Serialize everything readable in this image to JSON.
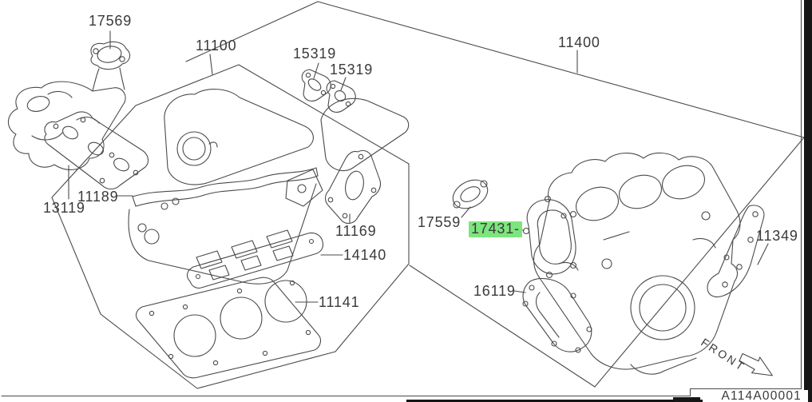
{
  "page": {
    "code_label": "A114A00001",
    "front_label": "FRONT"
  },
  "colors": {
    "line": "#4a4a4a",
    "text": "#3a3a3a",
    "highlight": "#7ee57e",
    "scan_bar": "#161616"
  },
  "labels": [
    {
      "part": "17569",
      "text": "17569",
      "highlighted": false
    },
    {
      "part": "11100",
      "text": "11100",
      "highlighted": false
    },
    {
      "part": "15319",
      "text": "15319",
      "highlighted": false
    },
    {
      "part": "15319",
      "text": "15319",
      "highlighted": false
    },
    {
      "part": "11400",
      "text": "11400",
      "highlighted": false
    },
    {
      "part": "11189",
      "text": "11189",
      "highlighted": false
    },
    {
      "part": "13119",
      "text": "13119",
      "highlighted": false
    },
    {
      "part": "11169",
      "text": "11169",
      "highlighted": false
    },
    {
      "part": "14140",
      "text": "14140",
      "highlighted": false
    },
    {
      "part": "11141",
      "text": "11141",
      "highlighted": false
    },
    {
      "part": "17559",
      "text": "17559",
      "highlighted": false
    },
    {
      "part": "17431",
      "text": "17431-",
      "highlighted": true
    },
    {
      "part": "16119",
      "text": "16119",
      "highlighted": false
    },
    {
      "part": "11349",
      "text": "11349",
      "highlighted": false
    }
  ]
}
